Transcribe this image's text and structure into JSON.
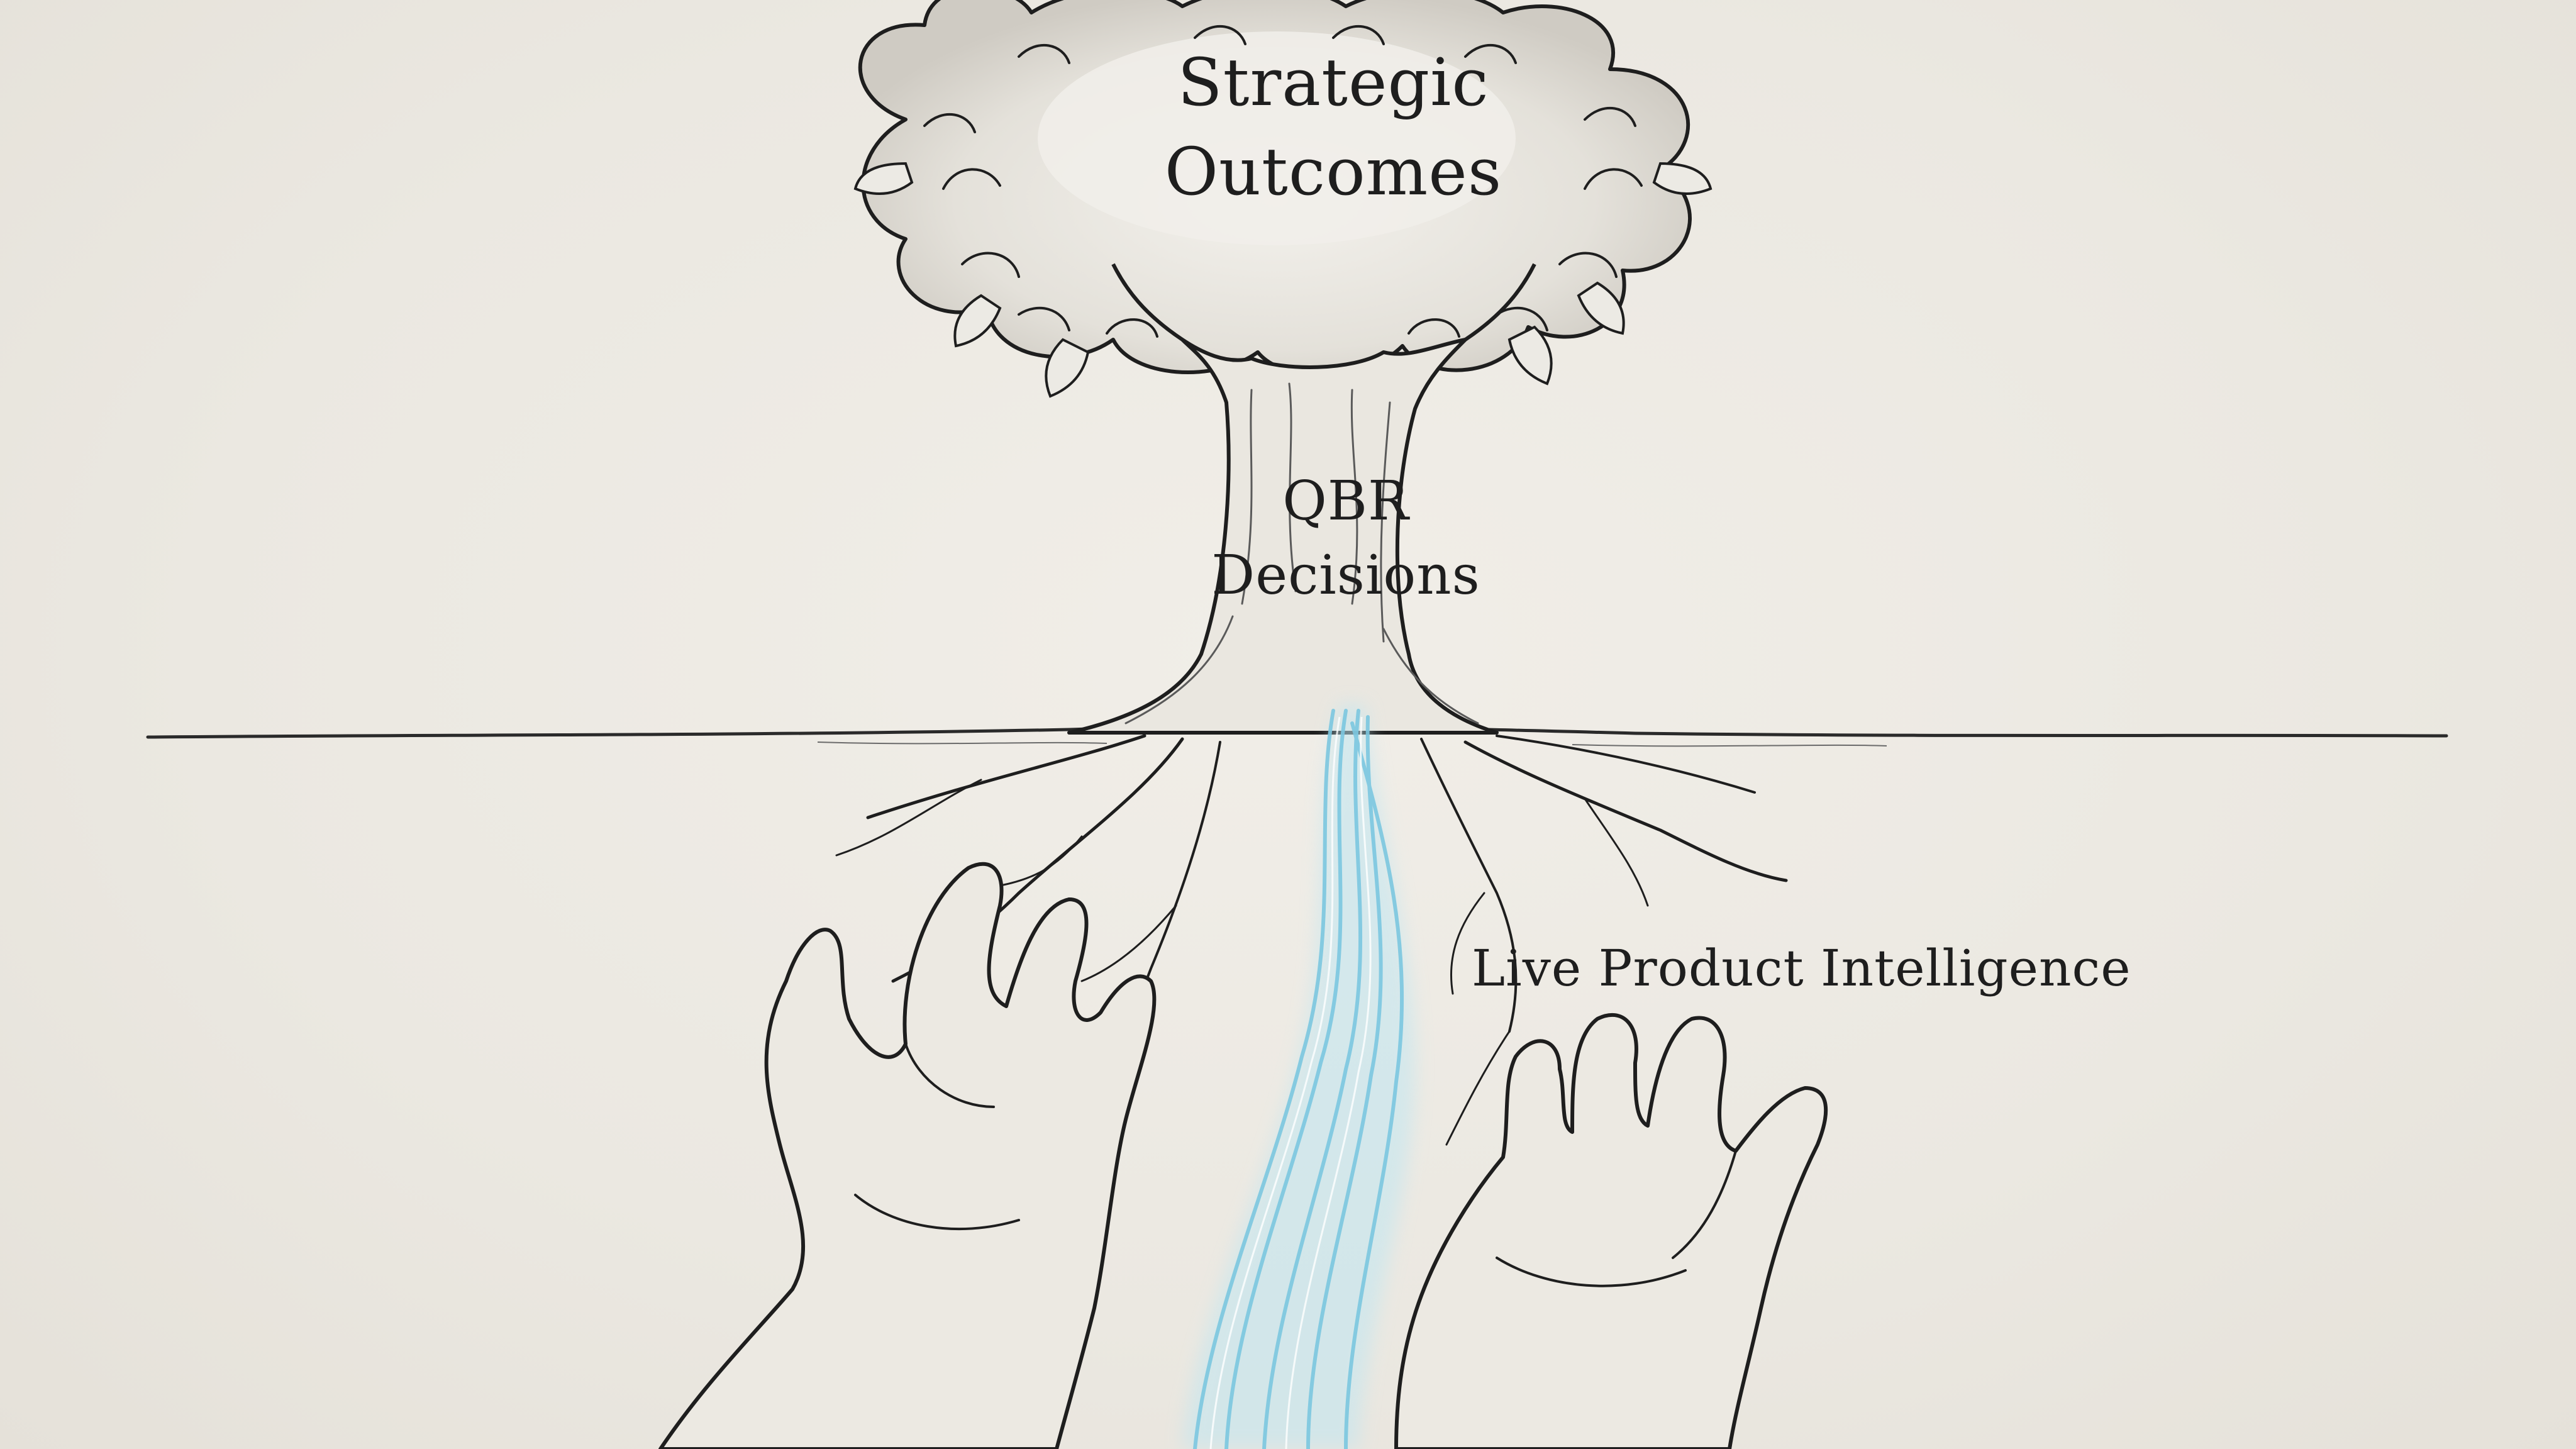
{
  "diagram": {
    "canopy": {
      "line1": "Strategic",
      "line2": "Outcomes"
    },
    "trunk": {
      "line1": "QBR",
      "line2": "Decisions"
    },
    "roots_stream": {
      "label": "Live Product Intelligence"
    }
  },
  "colors": {
    "paper": "#eeebe4",
    "ink": "#1e1e1e",
    "stream": "#8fd0e6",
    "stream_glow": "#bfe6f2"
  },
  "icons": [
    "tree-illustration",
    "left-hand-illustration",
    "right-hand-illustration",
    "data-stream-illustration"
  ]
}
